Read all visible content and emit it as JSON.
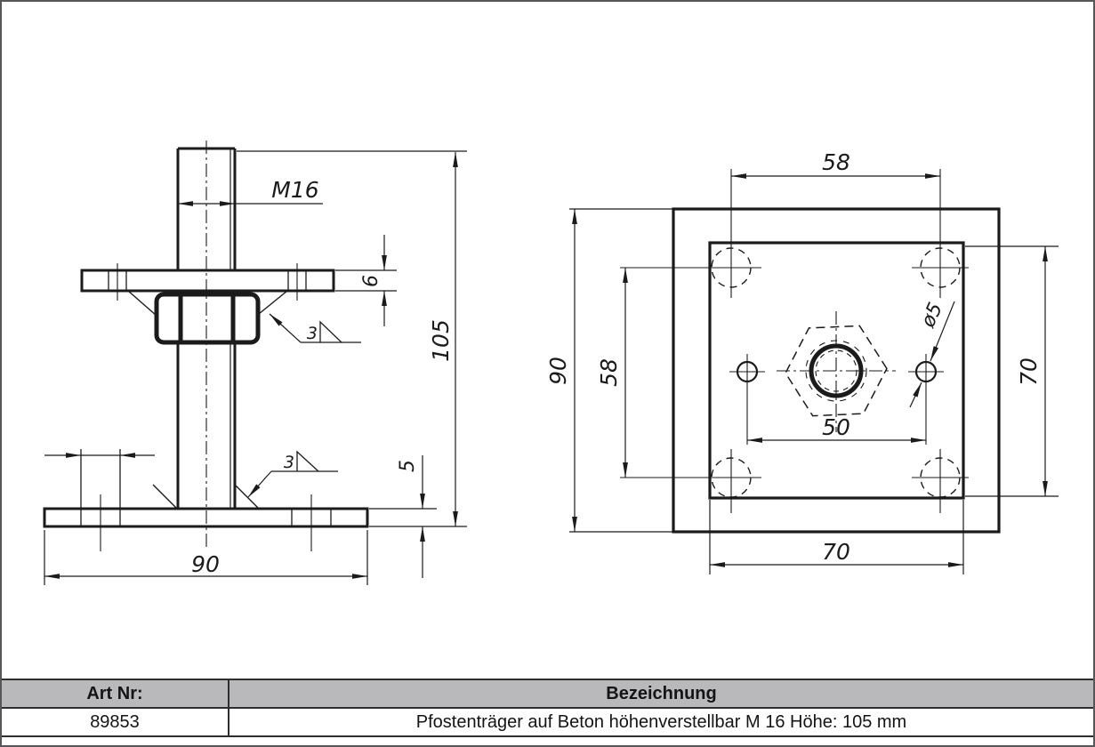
{
  "colors": {
    "line": "#1b1b1b",
    "table_header_bg": "#b9b9bc",
    "frame_border": "#57575a"
  },
  "front_view": {
    "thread_label": "M16",
    "overall_height": "105",
    "top_plate_thickness": "6",
    "base_plate_thickness": "5",
    "base_plate_width": "90",
    "weld_size_top": "3",
    "weld_size_bottom": "3"
  },
  "top_view": {
    "hole_spacing_horizontal": "58",
    "base_plate_size": "90",
    "hole_spacing_vertical": "58",
    "top_plate_height": "70",
    "top_plate_width": "70",
    "small_hole_spacing": "50",
    "small_hole_diameter": "ø5"
  },
  "table": {
    "col1_header": "Art Nr:",
    "col2_header": "Bezeichnung",
    "col1_value": "89853",
    "col2_value": "Pfostenträger auf Beton höhenverstellbar M 16 Höhe: 105 mm"
  }
}
